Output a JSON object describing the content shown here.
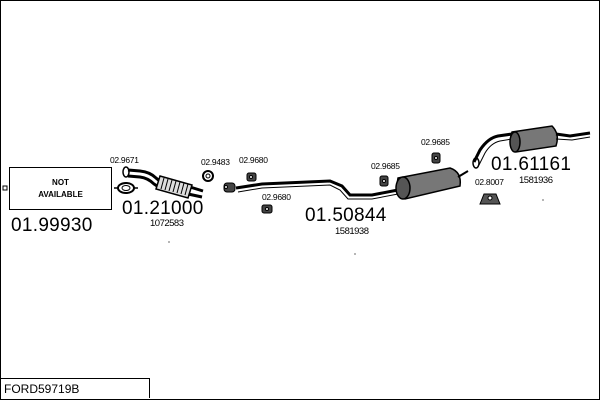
{
  "reference": "FORD59719B",
  "groups": [
    {
      "number": "01.99930",
      "catalog": "",
      "note": "NOT AVAILABLE"
    },
    {
      "number": "01.21000",
      "catalog": "1072583"
    },
    {
      "number": "01.50844",
      "catalog": "1581938"
    },
    {
      "number": "01.61161",
      "catalog": "1581936"
    }
  ],
  "fittings": [
    {
      "code": "02.9671",
      "icon": "clamp-ring-icon"
    },
    {
      "code": "02.9483",
      "icon": "gasket-icon"
    },
    {
      "code": "02.9680",
      "icon": "rubber-hanger-icon"
    },
    {
      "code": "02.9680",
      "icon": "rubber-hanger-icon"
    },
    {
      "code": "02.9685",
      "icon": "rubber-hanger-icon"
    },
    {
      "code": "02.9685",
      "icon": "rubber-hanger-icon"
    },
    {
      "code": "02.8007",
      "icon": "mounting-bracket-icon"
    }
  ],
  "colors": {
    "line": "#000000",
    "part_fill": "#666666",
    "background": "#ffffff"
  }
}
